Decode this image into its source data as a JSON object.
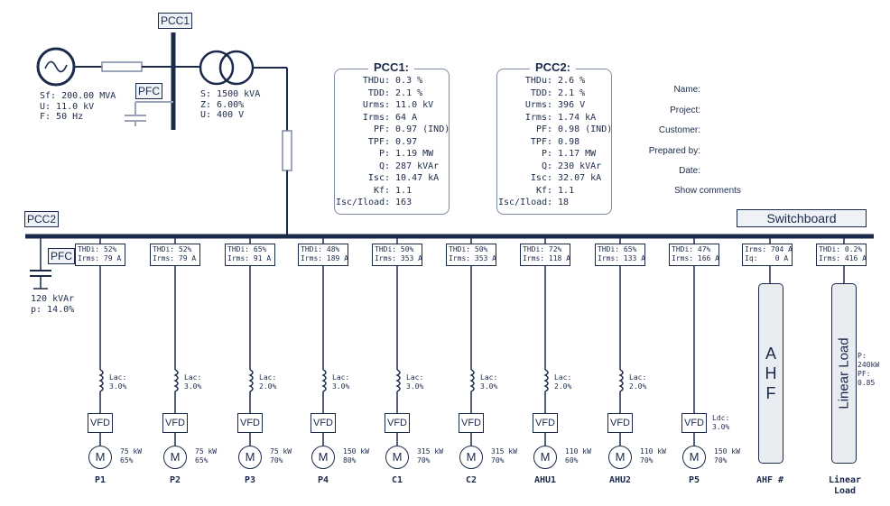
{
  "source": {
    "lines": [
      "Sf: 200.00 MVA",
      "U: 11.0 kV",
      "F: 50 Hz"
    ]
  },
  "transformer": {
    "lines": [
      "S: 1500 kVA",
      "Z: 6.00%",
      "U: 400 V"
    ]
  },
  "tags": {
    "pcc1": "PCC1",
    "pcc2": "PCC2",
    "pfc_top": "PFC",
    "pfc_bottom": "PFC"
  },
  "pfc_bottom": {
    "lines": [
      "120 kVAr",
      "p: 14.0%"
    ]
  },
  "pcc1": {
    "title": "PCC1:",
    "rows": [
      {
        "k": "THDu:",
        "v": "0.3 %"
      },
      {
        "k": "TDD:",
        "v": "2.1 %"
      },
      {
        "k": "Urms:",
        "v": "11.0 kV"
      },
      {
        "k": "Irms:",
        "v": "64 A"
      },
      {
        "k": "PF:",
        "v": "0.97 (IND)"
      },
      {
        "k": "TPF:",
        "v": "0.97"
      },
      {
        "k": "P:",
        "v": "1.19 MW"
      },
      {
        "k": "Q:",
        "v": "287 kVAr"
      },
      {
        "k": "Isc:",
        "v": "10.47 kA"
      },
      {
        "k": "Kf:",
        "v": "1.1"
      },
      {
        "k": "Isc/Iload:",
        "v": "163"
      }
    ]
  },
  "pcc2": {
    "title": "PCC2:",
    "rows": [
      {
        "k": "THDu:",
        "v": "2.6 %"
      },
      {
        "k": "TDD:",
        "v": "2.1 %"
      },
      {
        "k": "Urms:",
        "v": "396 V"
      },
      {
        "k": "Irms:",
        "v": "1.74 kA"
      },
      {
        "k": "PF:",
        "v": "0.98 (IND)"
      },
      {
        "k": "TPF:",
        "v": "0.98"
      },
      {
        "k": "P:",
        "v": "1.17 MW"
      },
      {
        "k": "Q:",
        "v": "230 kVAr"
      },
      {
        "k": "Isc:",
        "v": "32.07 kA"
      },
      {
        "k": "Kf:",
        "v": "1.1"
      },
      {
        "k": "Isc/Iload:",
        "v": "18"
      }
    ]
  },
  "project": {
    "labels": [
      "Name:",
      "Project:",
      "Customer:",
      "Prepared by:",
      "Date:"
    ],
    "show_comments": "Show comments"
  },
  "switchboard_label": "Switchboard",
  "feeders": [
    {
      "name": "P1",
      "thdi": "THDi: 52%",
      "irms": "Irms: 79 A",
      "lac": [
        "Lac:",
        "3.0%"
      ],
      "vfd": "VFD",
      "motor": "M",
      "rating": [
        "75 kW",
        "65%"
      ]
    },
    {
      "name": "P2",
      "thdi": "THDi: 52%",
      "irms": "Irms: 79 A",
      "lac": [
        "Lac:",
        "3.0%"
      ],
      "vfd": "VFD",
      "motor": "M",
      "rating": [
        "75 kW",
        "65%"
      ]
    },
    {
      "name": "P3",
      "thdi": "THDi: 65%",
      "irms": "Irms: 91 A",
      "lac": [
        "Lac:",
        "2.0%"
      ],
      "vfd": "VFD",
      "motor": "M",
      "rating": [
        "75 kW",
        "70%"
      ]
    },
    {
      "name": "P4",
      "thdi": "THDi: 48%",
      "irms": "Irms: 189 A",
      "lac": [
        "Lac:",
        "3.0%"
      ],
      "vfd": "VFD",
      "motor": "M",
      "rating": [
        "150 kW",
        "80%"
      ]
    },
    {
      "name": "C1",
      "thdi": "THDi: 50%",
      "irms": "Irms: 353 A",
      "lac": [
        "Lac:",
        "3.0%"
      ],
      "vfd": "VFD",
      "motor": "M",
      "rating": [
        "315 kW",
        "70%"
      ]
    },
    {
      "name": "C2",
      "thdi": "THDi: 50%",
      "irms": "Irms: 353 A",
      "lac": [
        "Lac:",
        "3.0%"
      ],
      "vfd": "VFD",
      "motor": "M",
      "rating": [
        "315 kW",
        "70%"
      ]
    },
    {
      "name": "AHU1",
      "thdi": "THDi: 72%",
      "irms": "Irms: 118 A",
      "lac": [
        "Lac:",
        "2.0%"
      ],
      "vfd": "VFD",
      "motor": "M",
      "rating": [
        "110 kW",
        "60%"
      ]
    },
    {
      "name": "AHU2",
      "thdi": "THDi: 65%",
      "irms": "Irms: 133 A",
      "lac": [
        "Lac:",
        "2.0%"
      ],
      "vfd": "VFD",
      "motor": "M",
      "rating": [
        "110 kW",
        "70%"
      ]
    },
    {
      "name": "P5",
      "thdi": "THDi: 47%",
      "irms": "Irms: 166 A",
      "ldc": [
        "Ldc:",
        "3.0%"
      ],
      "vfd": "VFD",
      "motor": "M",
      "rating": [
        "150 kW",
        "70%"
      ]
    }
  ],
  "ahf": {
    "name": "AHF #",
    "box": "AHF",
    "line1": "Irms: 704 A",
    "line2": "Iq:    0 A"
  },
  "linear_load": {
    "name": "Linear Load",
    "box": "Linear Load",
    "line1": "THDi: 0.2%",
    "line2": "Irms: 416 A",
    "side": [
      "P:",
      "240kW",
      "PF:",
      "0.85"
    ]
  }
}
